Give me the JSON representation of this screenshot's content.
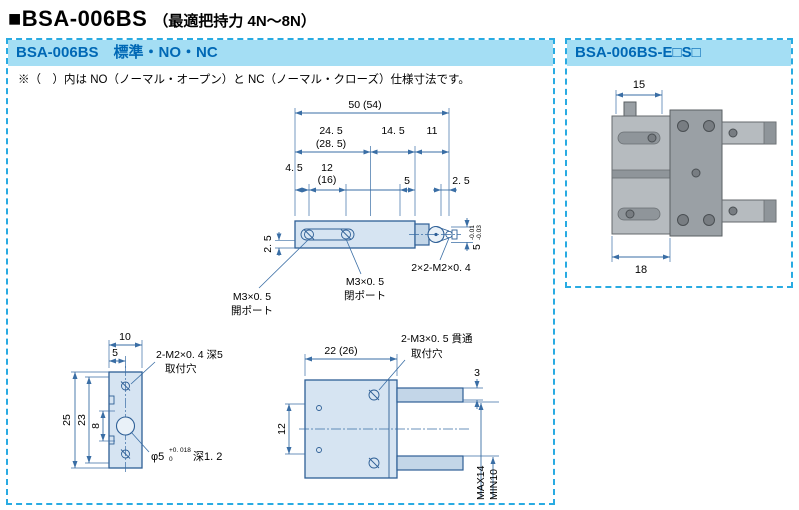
{
  "title": {
    "prefix": "■",
    "main": "BSA-006BS",
    "sub": "（最適把持力 4N～8N）"
  },
  "left": {
    "header": "BSA-006BS　標準・NO・NC",
    "note": "※（　）内は NO（ノーマル・オープン）と NC（ノーマル・クローズ）仕様寸法です。",
    "side": {
      "d50": "50 (54)",
      "d245": "24. 5",
      "d285": "(28. 5)",
      "d145": "14. 5",
      "d11": "11",
      "d45": "4. 5",
      "d12": "12",
      "d16": "(16)",
      "d5": "5",
      "d25r": "2. 5",
      "d25l": "2. 5",
      "d5t": "5",
      "d5t_u": "-0.01",
      "d5t_l": "-0.03",
      "open1": "M3×0. 5",
      "open2": "開ポート",
      "close1": "M3×0. 5",
      "close2": "閉ポート",
      "m2": "2×2-M2×0. 4"
    },
    "front": {
      "d10": "10",
      "d5": "5",
      "d25": "25",
      "d23": "23",
      "d8": "8",
      "hole1": "2-M2×0. 4 深5",
      "hole2": "取付穴",
      "phi": "φ5",
      "phi_u": "+0. 018",
      "phi_l": "0",
      "depth": "深1. 2"
    },
    "top": {
      "d22": "22 (26)",
      "d12": "12",
      "d3": "3",
      "hole1": "2-M3×0. 5 貫通",
      "hole2": "取付穴",
      "max": "MAX14",
      "min": "MIN10"
    }
  },
  "right": {
    "header": "BSA-006BS-E□S□",
    "d15": "15",
    "d18": "18"
  },
  "colors": {
    "accent": "#0068b5",
    "header_bg": "#a4def4",
    "dashed": "#29abe2",
    "line": "#3a6ea5"
  }
}
